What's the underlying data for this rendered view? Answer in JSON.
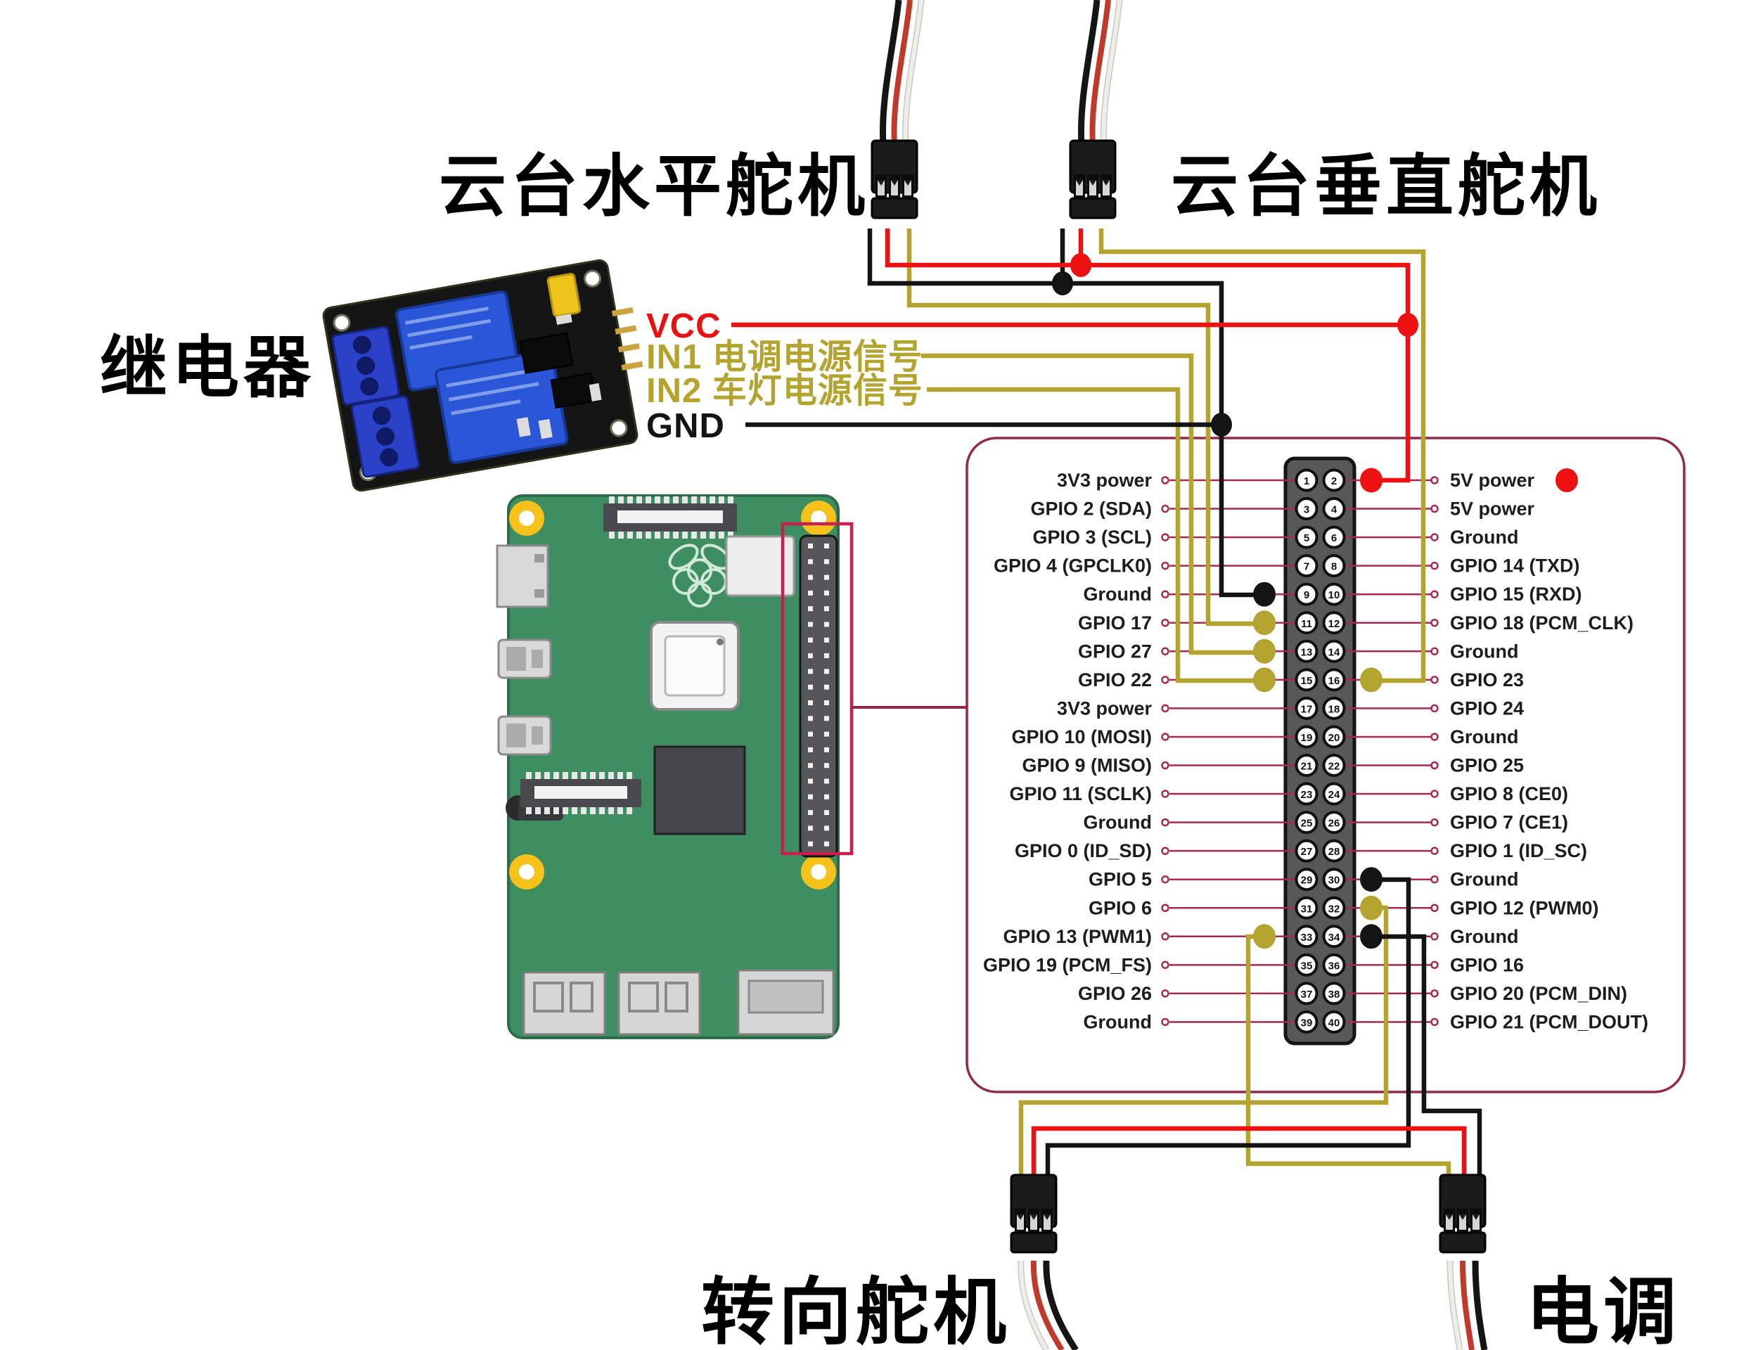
{
  "diagram_labels": {
    "gimbal_horizontal_servo": "云台水平舵机",
    "gimbal_vertical_servo": "云台垂直舵机",
    "relay": "继电器",
    "steering_servo": "转向舵机",
    "esc": "电调"
  },
  "relay_pins": {
    "vcc": "VCC",
    "in1": "IN1 电调电源信号",
    "in2": "IN2 车灯电源信号",
    "gnd": "GND"
  },
  "gpio_header": {
    "rows": [
      {
        "left": "3V3 power",
        "left_pin": 1,
        "right_pin": 2,
        "right": "5V power"
      },
      {
        "left": "GPIO 2 (SDA)",
        "left_pin": 3,
        "right_pin": 4,
        "right": "5V power"
      },
      {
        "left": "GPIO 3 (SCL)",
        "left_pin": 5,
        "right_pin": 6,
        "right": "Ground"
      },
      {
        "left": "GPIO 4 (GPCLK0)",
        "left_pin": 7,
        "right_pin": 8,
        "right": "GPIO 14 (TXD)"
      },
      {
        "left": "Ground",
        "left_pin": 9,
        "right_pin": 10,
        "right": "GPIO 15 (RXD)"
      },
      {
        "left": "GPIO 17",
        "left_pin": 11,
        "right_pin": 12,
        "right": "GPIO 18 (PCM_CLK)"
      },
      {
        "left": "GPIO 27",
        "left_pin": 13,
        "right_pin": 14,
        "right": "Ground"
      },
      {
        "left": "GPIO 22",
        "left_pin": 15,
        "right_pin": 16,
        "right": "GPIO 23"
      },
      {
        "left": "3V3 power",
        "left_pin": 17,
        "right_pin": 18,
        "right": "GPIO 24"
      },
      {
        "left": "GPIO 10 (MOSI)",
        "left_pin": 19,
        "right_pin": 20,
        "right": "Ground"
      },
      {
        "left": "GPIO 9 (MISO)",
        "left_pin": 21,
        "right_pin": 22,
        "right": "GPIO 25"
      },
      {
        "left": "GPIO 11 (SCLK)",
        "left_pin": 23,
        "right_pin": 24,
        "right": "GPIO 8 (CE0)"
      },
      {
        "left": "Ground",
        "left_pin": 25,
        "right_pin": 26,
        "right": "GPIO 7 (CE1)"
      },
      {
        "left": "GPIO 0 (ID_SD)",
        "left_pin": 27,
        "right_pin": 28,
        "right": "GPIO 1 (ID_SC)"
      },
      {
        "left": "GPIO 5",
        "left_pin": 29,
        "right_pin": 30,
        "right": "Ground"
      },
      {
        "left": "GPIO 6",
        "left_pin": 31,
        "right_pin": 32,
        "right": "GPIO 12 (PWM0)"
      },
      {
        "left": "GPIO 13 (PWM1)",
        "left_pin": 33,
        "right_pin": 34,
        "right": "Ground"
      },
      {
        "left": "GPIO 19 (PCM_FS)",
        "left_pin": 35,
        "right_pin": 36,
        "right": "GPIO 16"
      },
      {
        "left": "GPIO 26",
        "left_pin": 37,
        "right_pin": 38,
        "right": "GPIO 20 (PCM_DIN)"
      },
      {
        "left": "Ground",
        "left_pin": 39,
        "right_pin": 40,
        "right": "GPIO 21 (PCM_DOUT)"
      }
    ],
    "connection_dots": [
      {
        "pin": 2,
        "color": "red"
      },
      {
        "pin": 9,
        "color": "black"
      },
      {
        "pin": 11,
        "color": "yellow"
      },
      {
        "pin": 13,
        "color": "yellow"
      },
      {
        "pin": 15,
        "color": "yellow"
      },
      {
        "pin": 16,
        "color": "yellow"
      },
      {
        "pin": 30,
        "color": "black"
      },
      {
        "pin": 32,
        "color": "yellow"
      },
      {
        "pin": 33,
        "color": "yellow"
      },
      {
        "pin": 34,
        "color": "black"
      }
    ]
  },
  "colors": {
    "wire_red": "#ee1111",
    "wire_black": "#141414",
    "signal_yellow": "#b3a32f",
    "leader_crimson": "#a52a52",
    "panel_border": "#93284a",
    "highlight_red": "#c81f4e",
    "board_green": "#3e8e62",
    "header_gray": "#58585b",
    "hole_yellow": "#f5c21b",
    "relay_blue": "#2a57d8",
    "terminal_blue": "#2a41c8",
    "jumper_yellow": "#eec41c"
  },
  "dot_colors": {
    "red": "#ee1111",
    "black": "#141414",
    "yellow": "#b3a32f"
  }
}
